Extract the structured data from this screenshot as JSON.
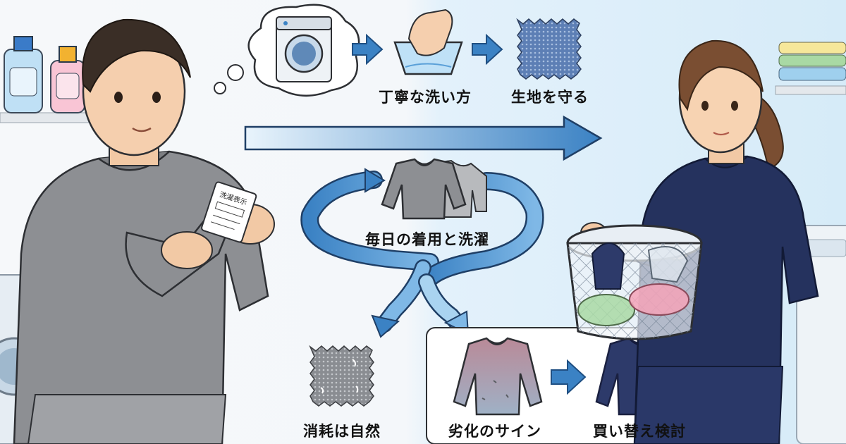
{
  "labels": {
    "careful_wash": "丁寧な洗い方",
    "protect_fabric": "生地を守る",
    "daily_wear_wash": "毎日の着用と洗濯",
    "wear_natural": "消耗は自然",
    "deterioration_sign": "劣化のサイン",
    "consider_replacement": "買い替え検討"
  },
  "care_tag": {
    "title": "洗濯表示"
  },
  "colors": {
    "arrow_blue": "#3b82c4",
    "arrow_light": "#a9d3f0",
    "man_shirt": "#8d8f93",
    "woman_shirt": "#25325e",
    "new_sweater": "#2d3a6a",
    "faded_sweater_top": "#b98a98",
    "faded_sweater_bottom": "#9fb1c6"
  }
}
